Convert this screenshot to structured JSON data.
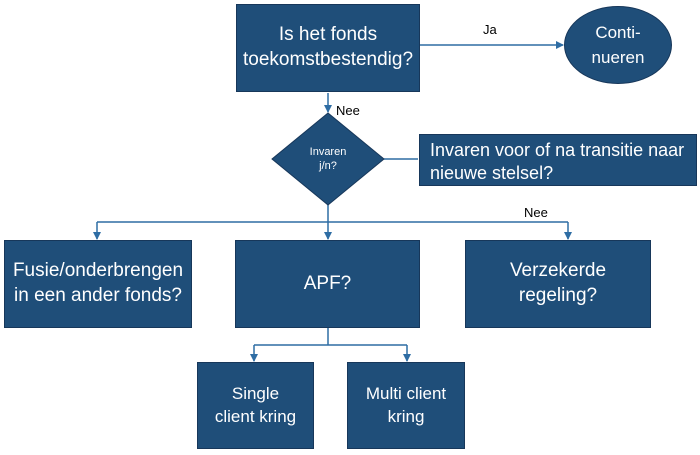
{
  "nodes": {
    "start": "Is het fonds\ntoekomstbestendig?",
    "continue": "Conti-\nnueren",
    "decision": "Invaren\nj/n?",
    "transition_note": "Invaren voor of na transitie naar\nnieuwe stelsel?",
    "merger": "Fusie/onderbrengen\nin een ander fonds?",
    "apf": "APF?",
    "insured": "Verzekerde\nregeling?",
    "single": "Single\nclient kring",
    "multi": "Multi client\nkring"
  },
  "edge_labels": {
    "yes": "Ja",
    "no_top": "Nee",
    "no_branch": "Nee"
  },
  "colors": {
    "box_fill": "#1f4e79",
    "line": "#2e6da4"
  }
}
